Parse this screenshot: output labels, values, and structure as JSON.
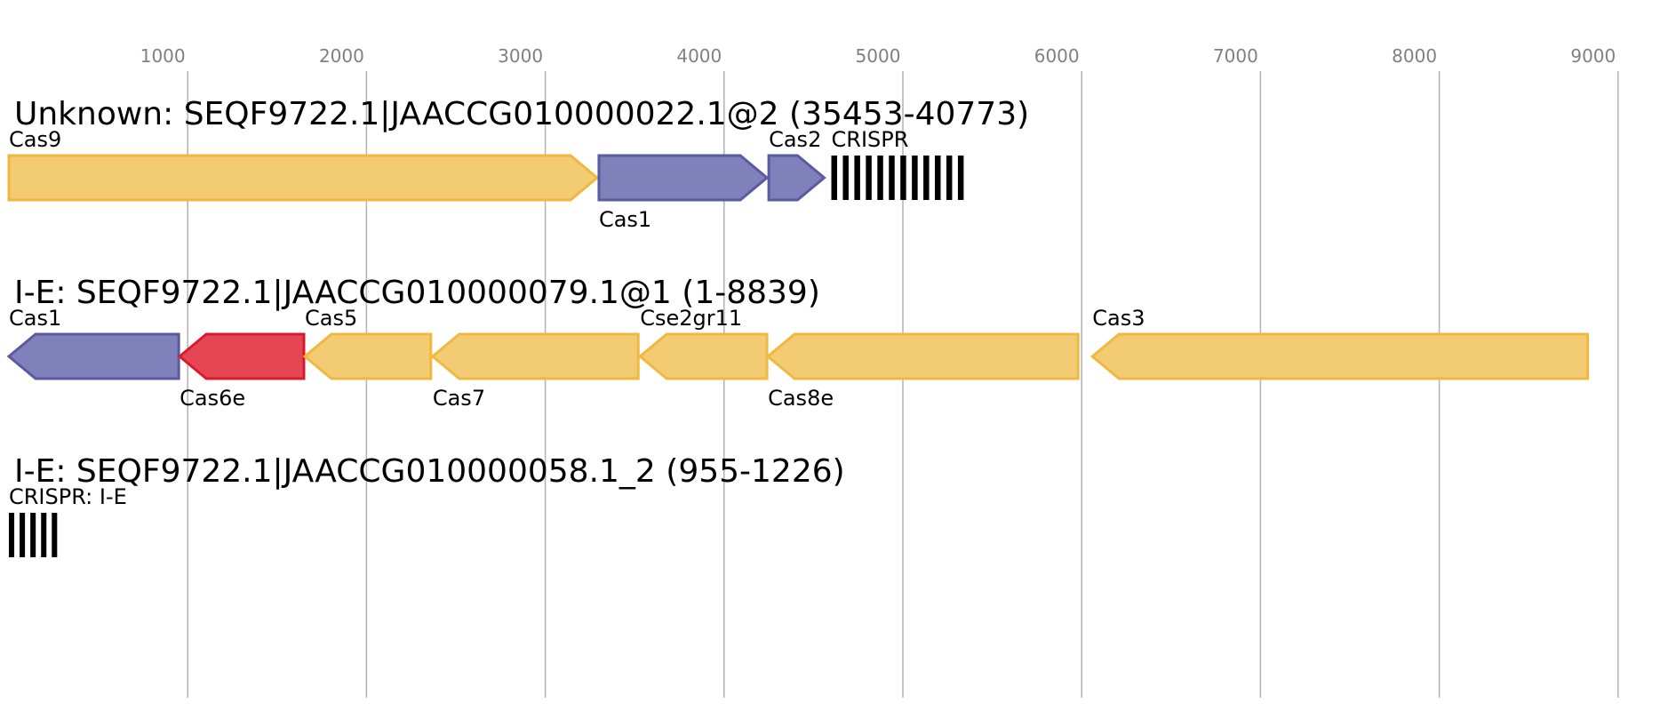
{
  "axis": {
    "ticks": [
      1000,
      2000,
      3000,
      4000,
      5000,
      6000,
      7000,
      8000,
      9000
    ],
    "tick_labels": [
      "1000",
      "2000",
      "3000",
      "4000",
      "5000",
      "6000",
      "7000",
      "8000",
      "9000"
    ],
    "gridlines": true,
    "color": "#b3b3b3"
  },
  "colors": {
    "adaptation_fill": "#8080bb",
    "adaptation_stroke": "#5a5aa0",
    "effector_fill": "#f2cb73",
    "effector_stroke": "#efb83f",
    "cas6_fill": "#e64553",
    "cas6_stroke": "#d81b2b",
    "crispr": "#000000"
  },
  "tracks": [
    {
      "title": "Unknown: SEQF9722.1|JAACCG010000022.1@2 (35453-40773)",
      "genes": [
        {
          "label": "Cas9",
          "start": 0,
          "end": 3290,
          "strand": "+",
          "kind": "effector",
          "label_pos": "top"
        },
        {
          "label": "Cas1",
          "start": 3300,
          "end": 4240,
          "strand": "+",
          "kind": "adaptation",
          "label_pos": "bottom"
        },
        {
          "label": "Cas2",
          "start": 4250,
          "end": 4560,
          "strand": "+",
          "kind": "adaptation",
          "label_pos": "top"
        }
      ],
      "crisprs": [
        {
          "label": "CRISPR",
          "start": 4600,
          "end": 5340,
          "repeats": 12
        }
      ]
    },
    {
      "title": "I-E: SEQF9722.1|JAACCG010000079.1@1 (1-8839)",
      "genes": [
        {
          "label": "Cas1",
          "start": 0,
          "end": 950,
          "strand": "-",
          "kind": "adaptation",
          "label_pos": "top"
        },
        {
          "label": "Cas6e",
          "start": 955,
          "end": 1650,
          "strand": "-",
          "kind": "cas6",
          "label_pos": "bottom"
        },
        {
          "label": "Cas5",
          "start": 1655,
          "end": 2360,
          "strand": "-",
          "kind": "effector",
          "label_pos": "top"
        },
        {
          "label": "Cas7",
          "start": 2370,
          "end": 3520,
          "strand": "-",
          "kind": "effector",
          "label_pos": "bottom"
        },
        {
          "label": "Cse2gr11",
          "start": 3530,
          "end": 4240,
          "strand": "-",
          "kind": "effector",
          "label_pos": "top"
        },
        {
          "label": "Cas8e",
          "start": 4245,
          "end": 5980,
          "strand": "-",
          "kind": "effector",
          "label_pos": "bottom"
        },
        {
          "label": "Cas3",
          "start": 6060,
          "end": 8830,
          "strand": "-",
          "kind": "effector",
          "label_pos": "top"
        }
      ],
      "crisprs": []
    },
    {
      "title": "I-E: SEQF9722.1|JAACCG010000058.1_2 (955-1226)",
      "genes": [],
      "crisprs": [
        {
          "label": "CRISPR: I-E",
          "start": 0,
          "end": 270,
          "repeats": 5
        }
      ]
    }
  ]
}
